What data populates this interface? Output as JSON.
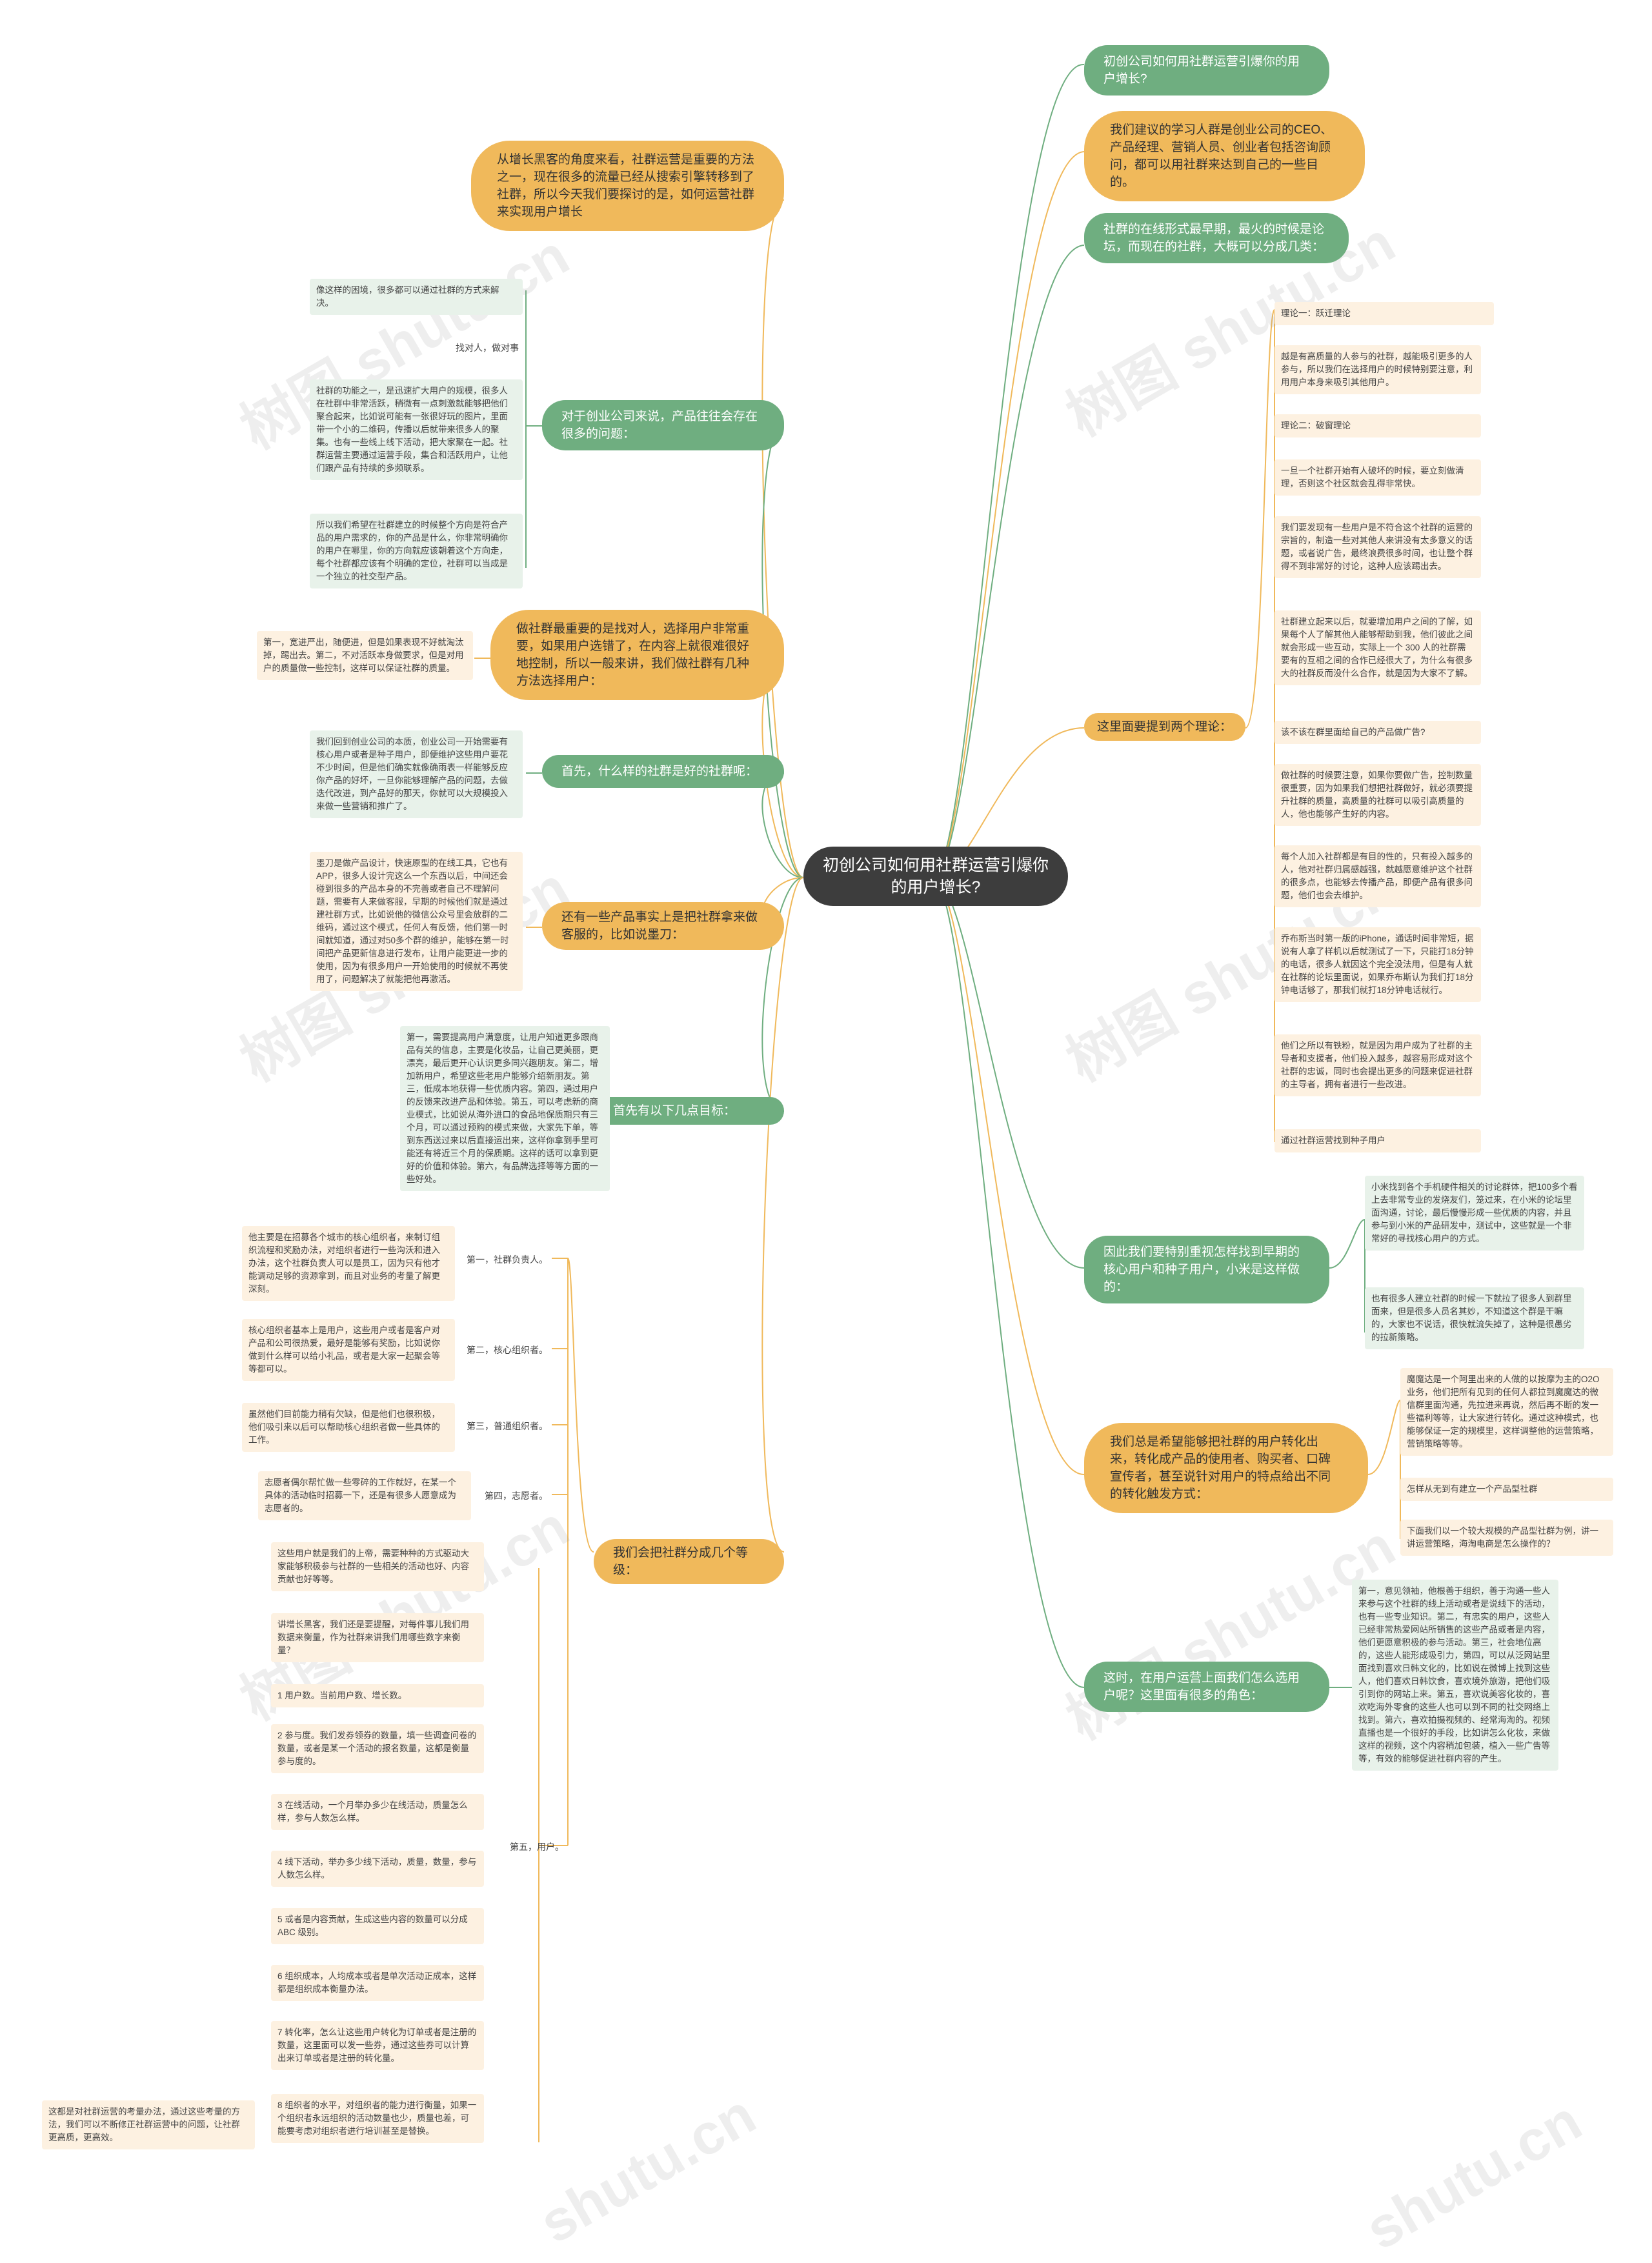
{
  "root": "初创公司如何用社群运营引爆你的用户增长?",
  "left": {
    "intro": "从增长黑客的角度来看，社群运营是重要的方法之一，现在很多的流量已经从搜索引擎转移到了社群，所以今天我们要探讨的是，如何运营社群来实现用户增长",
    "problems": {
      "title": "对于创业公司来说，产品往往会存在很多的问题：",
      "items": [
        "像这样的困境，很多都可以通过社群的方式来解决。",
        "找对人，做对事",
        "社群的功能之一，是迅速扩大用户的规模，很多人在社群中非常活跃，稍微有一点刺激就能够把他们聚合起来，比如说可能有一张很好玩的图片，里面带一个小的二维码，传播以后就带来很多人的聚集。也有一些线上线下活动，把大家聚在一起。社群运营主要通过运营手段，集合和活跃用户，让他们跟产品有持续的多频联系。",
        "所以我们希望在社群建立的时候整个方向是符合产品的用户需求的，你的产品是什么，你非常明确你的用户在哪里，你的方向就应该朝着这个方向走，每个社群都应该有个明确的定位，社群可以当成是一个独立的社交型产品。"
      ]
    },
    "key": {
      "title": "做社群最重要的是找对人，选择用户非常重要，如果用户选错了，在内容上就很难很好地控制，所以一般来讲，我们做社群有几种方法选择用户：",
      "items": [
        "第一，宽进严出，随便进，但是如果表现不好就淘汰掉，踢出去。第二，不对活跃本身做要求，但是对用户的质量做一些控制，这样可以保证社群的质量。"
      ]
    },
    "good": {
      "title": "首先，什么样的社群是好的社群呢：",
      "items": [
        "我们回到创业公司的本质，创业公司一开始需要有核心用户或者是种子用户，即便维护这些用户要花不少时间，但是他们确实就像确雨表一样能够反应你产品的好坏，一旦你能够理解产品的问题，去做迭代改进，到产品好的那天，你就可以大规模投入来做一些营销和推广了。"
      ]
    },
    "fact": {
      "title": "还有一些产品事实上是把社群拿来做客服的，比如说墨刀：",
      "items": [
        "墨刀是做产品设计，快速原型的在线工具，它也有APP，很多人设计完这么一个东西以后，中间还会碰到很多的产品本身的不完善或者自己不理解问题，需要有人来做客服，早期的时候他们就是通过建社群方式，比如说他的微信公众号里会放群的二维码，通过这个模式，任何人有反馈，他们第一时间就知道，通过对50多个群的维护，能够在第一时间把产品更新信息进行发布，让用户能更进一步的使用，因为有很多用户一开始使用的时候就不再使用了，问题解决了就能把他再激活。"
      ]
    },
    "goals": {
      "title": "首先有以下几点目标：",
      "items": [
        "第一，需要提高用户满意度，让用户知道更多跟商品有关的信息，主要是化妆品，让自己更美丽，更漂亮，最后更开心认识更多同兴趣朋友。第二，增加新用户，希望这些老用户能够介绍新朋友。第三，低成本地获得一些优质内容。第四，通过用户的反馈来改进产品和体验。第五，可以考虑新的商业模式，比如说从海外进口的食品地保质期只有三个月，可以通过预购的模式来做，大家先下单，等到东西送过来以后直接运出来，这样你拿到手里可能还有将近三个月的保质期。这样的话可以拿到更好的价值和体验。第六，有品牌选择等等方面的一些好处。"
      ]
    },
    "levels": {
      "title": "我们会把社群分成几个等级：",
      "groups": [
        {
          "label": "第一，社群负责人。",
          "items": [
            "他主要是在招募各个城市的核心组织者，来制订组织流程和奖励办法，对组织者进行一些沟沃和进入办法，这个社群负责人可以是员工，因为只有他才能调动足够的资源拿到，而且对业务的考量了解更深刻。"
          ]
        },
        {
          "label": "第二，核心组织者。",
          "items": [
            "核心组织者基本上是用户，这些用户或者是客户对产品和公司很热爱，最好是能够有奖励，比如说你做到什么样可以给小礼品，或者是大家一起聚会等等都可以。"
          ]
        },
        {
          "label": "第三，普通组织者。",
          "items": [
            "虽然他们目前能力稍有欠缺，但是他们也很积极，他们吸引来以后可以帮助核心组织者做一些具体的工作。"
          ]
        },
        {
          "label": "第四，志愿者。",
          "items": [
            "志愿者偶尔帮忙做一些零碎的工作就好，在某一个具体的活动临时招募一下，还是有很多人愿意成为志愿者的。"
          ]
        },
        {
          "label": "第五，用户。",
          "items": [
            "这些用户就是我们的上帝，需要种种的方式驱动大家能够积极参与社群的一些相关的活动也好、内容贡献也好等等。",
            "讲增长黑客，我们还是要提醒，对每件事儿我们用数据来衡量，作为社群来讲我们用哪些数字来衡量？",
            "1 用户数。当前用户数、增长数。",
            "2 参与度。我们发券领券的数量，填一些调查问卷的数量，或者是某一个活动的报名数量，这都是衡量参与度的。",
            "3 在线活动，一个月举办多少在线活动，质量怎么样，参与人数怎么样。",
            "4 线下活动，举办多少线下活动，质量，数量，参与人数怎么样。",
            "5 或者是内容贡献，生成这些内容的数量可以分成 ABC 级别。",
            "6 组织成本，人均成本或者是单次活动正成本，这样都是组织成本衡量办法。",
            "7 转化率，怎么让这些用户转化为订单或者是注册的数量，这里面可以发一些券，通过这些券可以计算出来订单或者是注册的转化量。",
            "8 组织者的水平，对组织者的能力进行衡量，如果一个组织者永远组织的活动数量也少，质量也差，可能要考虑对组织者进行培训甚至是替换。"
          ]
        }
      ],
      "extra": "这都是对社群运营的考量办法，通过这些考量的方法，我们可以不断修正社群运营中的问题，让社群更高质，更高效。"
    }
  },
  "right": {
    "q1": "初创公司如何用社群运营引爆你的用户增长?",
    "audience": "我们建议的学习人群是创业公司的CEO、产品经理、营销人员、创业者包括咨询顾问，都可以用社群来达到自己的一些目的。",
    "forms": "社群的在线形式最早期，最火的时候是论坛，而现在的社群，大概可以分成几类：",
    "theory": {
      "title": "这里面要提到两个理论：",
      "items": [
        "理论一：跃迁理论",
        "越是有高质量的人参与的社群，越能吸引更多的人参与，所以我们在选择用户的时候特别要注意，利用用户本身来吸引其他用户。",
        "理论二：破窗理论",
        "一旦一个社群开始有人破坏的时候，要立刻做清理，否则这个社区就会乱得非常快。",
        "我们要发现有一些用户是不符合这个社群的运营的宗旨的，制造一些对其他人来讲没有太多意义的话题，或者说广告，最终浪费很多时间，也让整个群得不到非常好的讨论，这种人应该踢出去。",
        "社群建立起来以后，就要增加用户之间的了解，如果每个人了解其他人能够帮助到我，他们彼此之间就会形成一些互动，实际上一个 300 人的社群需要有的互相之间的合作已经很大了，为什么有很多大的社群反而没什么合作，就是因为大家不了解。",
        "该不该在群里面给自己的产品做广告?",
        "做社群的时候要注意，如果你要做广告，控制数量很重要，因为如果我们想把社群做好，就必须要提升社群的质量，高质量的社群可以吸引高质量的人，他也能够产生好的内容。",
        "每个人加入社群都是有目的性的，只有投入越多的人，他对社群归属感越强，就越愿意维护这个社群的很多点，也能够去传播产品，即便产品有很多问题，他们也会去维护。",
        "乔布斯当时第一版的iPhone，通话时间非常短，据说有人拿了样机以后就测试了一下，只能打18分钟的电话，很多人就因这个完全没法用，但是有人就在社群的论坛里面说，如果乔布斯认为我们打18分钟电话够了，那我们就打18分钟电话就行。",
        "他们之所以有铁粉，就是因为用户成为了社群的主导者和支援者，他们投入越多，越容易形成对这个社群的忠诚，同时也会提出更多的问题来促进社群的主导者，拥有者进行一些改进。",
        "通过社群运营找到种子用户"
      ]
    },
    "core": {
      "title": "因此我们要特别重视怎样找到早期的核心用户和种子用户，小米是这样做的：",
      "items": [
        "小米找到各个手机硬件相关的讨论群体，把100多个看上去非常专业的发烧友们，笼过来，在小米的论坛里面沟通，讨论，最后慢慢形成一些优质的内容，并且参与到小米的产品研发中，测试中，这些就是一个非常好的寻找核心用户的方式。",
        "也有很多人建立社群的时候一下就拉了很多人到群里面来，但是很多人员名其妙，不知道这个群是干嘛的，大家也不说话，很快就流失掉了，这种是很愚劣的拉新策略。"
      ]
    },
    "hope": {
      "title": "我们总是希望能够把社群的用户转化出来，转化成产品的使用者、购买者、口碑宣传者，甚至说针对用户的特点给出不同的转化触发方式：",
      "items": [
        "魔魔达是一个阿里出来的人做的以按摩为主的O2O业务，他们把所有见到的任何人都拉到魔魔达的微信群里面沟通，先拉进来再说，然后再不断的发一些福利等等，让大家进行转化。通过这种模式，也能够保证一定的规模里，这样调整他的运营策略，营销策略等等。",
        "怎样从无到有建立一个产品型社群",
        "下面我们以一个较大规模的产品型社群为例，讲一讲运营策略，海淘电商是怎么操作的？"
      ]
    },
    "roles": {
      "title": "这时，在用户运营上面我们怎么选用户呢？这里面有很多的角色：",
      "items": [
        "第一，意见领袖，他根善于组织，善于沟通一些人来参与这个社群的线上活动或者是说线下的活动，也有一些专业知识。第二，有忠实的用户，这些人已经非常热爱网站所销售的这些产品或者是内容，他们更愿意积极的参与活动。第三，社会地位高的，这些人能形成吸引力，第四，可以从泛网站里面找到喜欢日韩文化的，比如说在微博上找到这些人，他们喜欢日韩饮食，喜欢境外旅游，把他们吸引到你的网站上来。第五，喜欢说美容化妆的，喜欢吃海外零食的这些人也可以到不同的社交网络上找到。第六，喜欢拍摄视频的、经常海淘的。视频直播也是一个很好的手段，比如讲怎么化妆，来做这样的视频，这个内容稍加包装，植入一些广告等等，有效的能够促进社群内容的产生。"
      ]
    }
  },
  "watermarks": [
    "树图 shutu.cn",
    "树图 shutu.cn",
    "树图 shutu.cn",
    "树图 shutu.cn",
    "树图 shutu.cn",
    "树图 shutu.cn",
    "shutu.cn",
    "shutu.cn"
  ],
  "colors": {
    "root": "#3d3d3d",
    "green": "#6fae80",
    "orange": "#f0b95b",
    "green_leaf": "#e8f2ea",
    "orange_leaf": "#fdf1e1"
  }
}
